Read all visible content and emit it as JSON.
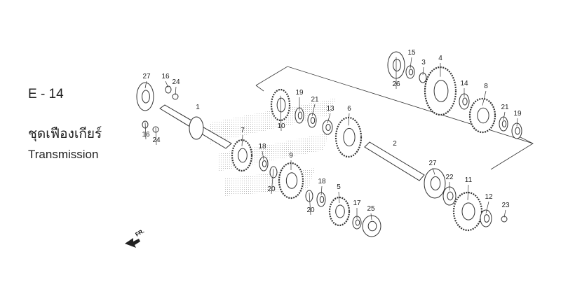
{
  "diagram": {
    "code": "E - 14",
    "title_thai": "ชุดเฟืองเกียร์",
    "title_en": "Transmission",
    "direction_label": "FR.",
    "part_labels": [
      "27",
      "16",
      "24",
      "16",
      "24",
      "1",
      "7",
      "18",
      "20",
      "9",
      "10",
      "19",
      "21",
      "13",
      "6",
      "18",
      "20",
      "5",
      "17",
      "25",
      "2",
      "27",
      "22",
      "11",
      "12",
      "23",
      "26",
      "15",
      "3",
      "4",
      "14",
      "8",
      "21",
      "19"
    ]
  }
}
